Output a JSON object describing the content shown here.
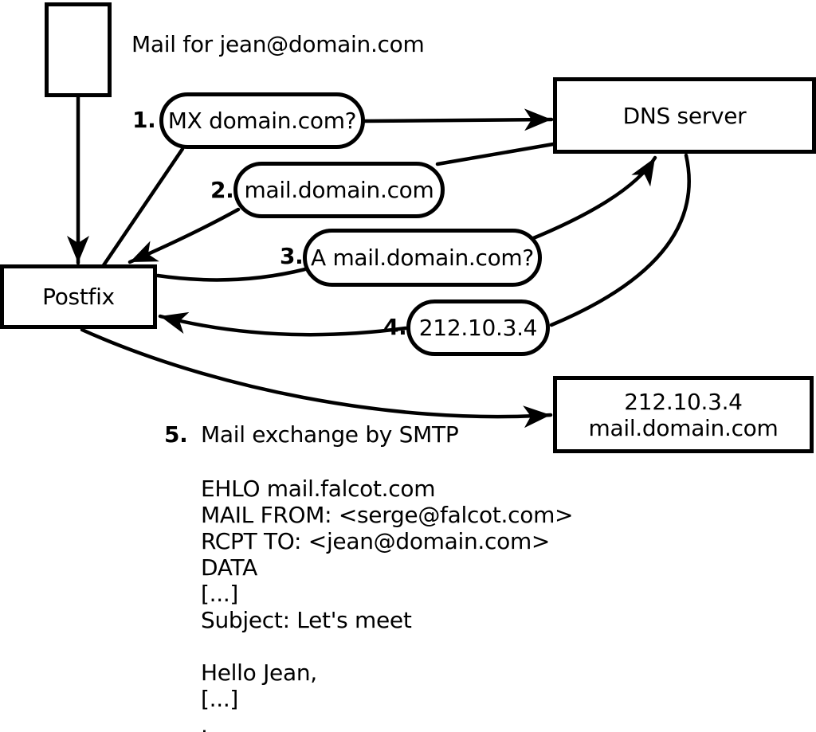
{
  "title": "Mail for jean@domain.com",
  "nodes": {
    "postfix": {
      "label": "Postfix"
    },
    "dns": {
      "label": "DNS server"
    },
    "mail_server": {
      "line1": "212.10.3.4",
      "line2": "mail.domain.com"
    }
  },
  "steps": [
    {
      "number": "1.",
      "label": "MX domain.com?"
    },
    {
      "number": "2.",
      "label": "mail.domain.com"
    },
    {
      "number": "3.",
      "label": "A mail.domain.com?"
    },
    {
      "number": "4.",
      "label": "212.10.3.4"
    },
    {
      "number": "5.",
      "label": "Mail exchange by SMTP"
    }
  ],
  "smtp_session": {
    "lines": [
      "EHLO mail.falcot.com",
      "MAIL FROM: <serge@falcot.com>",
      "RCPT TO: <jean@domain.com>",
      "DATA",
      "[...]",
      "Subject: Let's meet",
      "",
      "Hello Jean,",
      "[...]",
      "."
    ]
  },
  "colors": {
    "ink": "#000000",
    "background": "#ffffff"
  }
}
